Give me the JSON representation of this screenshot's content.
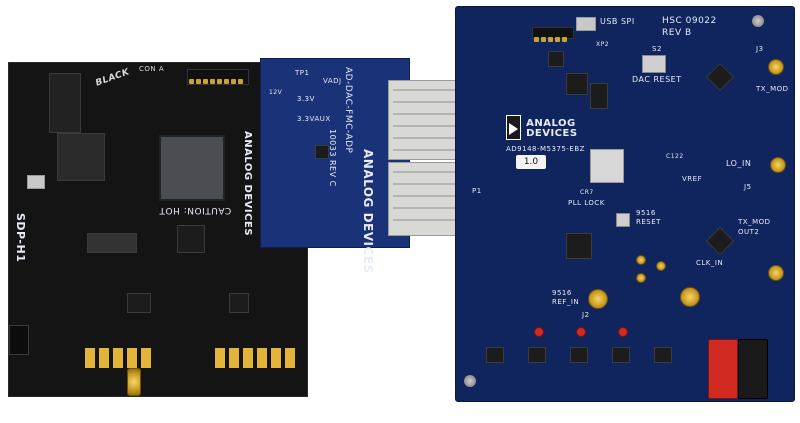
{
  "sdp_board": {
    "model": "SDP-H1",
    "caution": "CAUTION: HOT",
    "brand": "ANALOG DEVICES",
    "conn_label": "CON A",
    "logo": "BLACK",
    "status": "P1"
  },
  "adapter_board": {
    "name": "AD-DAC-FMC-ADP",
    "revision": "10033 REV C",
    "brand": "ANALOG DEVICES",
    "labels": [
      "3.3V",
      "3.3VAUX",
      "VADJ",
      "12V"
    ],
    "tp": "TP1"
  },
  "eval_board": {
    "part": "AD9148-M5375-EBZ",
    "revision": "HSC 09022 REV B",
    "brand": "ANALOG DEVICES",
    "version_tag": "1.0",
    "usb_label": "USB SPI",
    "dac_reset": "DAC RESET",
    "labels": {
      "j3": "J3",
      "j5": "J5",
      "tx_mod": "TX_MOD",
      "tx_mod2": "TX_MOD OUT2",
      "lo_in": "LO_IN",
      "vref": "VREF",
      "clk_in": "CLK_IN",
      "pll_lock": "PLL LOCK",
      "reset_9516": "9516 RESET",
      "ref_in": "9516 REF_IN",
      "cr7": "CR7",
      "p1": "P1",
      "s2": "S2",
      "xp2": "XP2",
      "j2": "J2",
      "c122": "C122"
    }
  }
}
